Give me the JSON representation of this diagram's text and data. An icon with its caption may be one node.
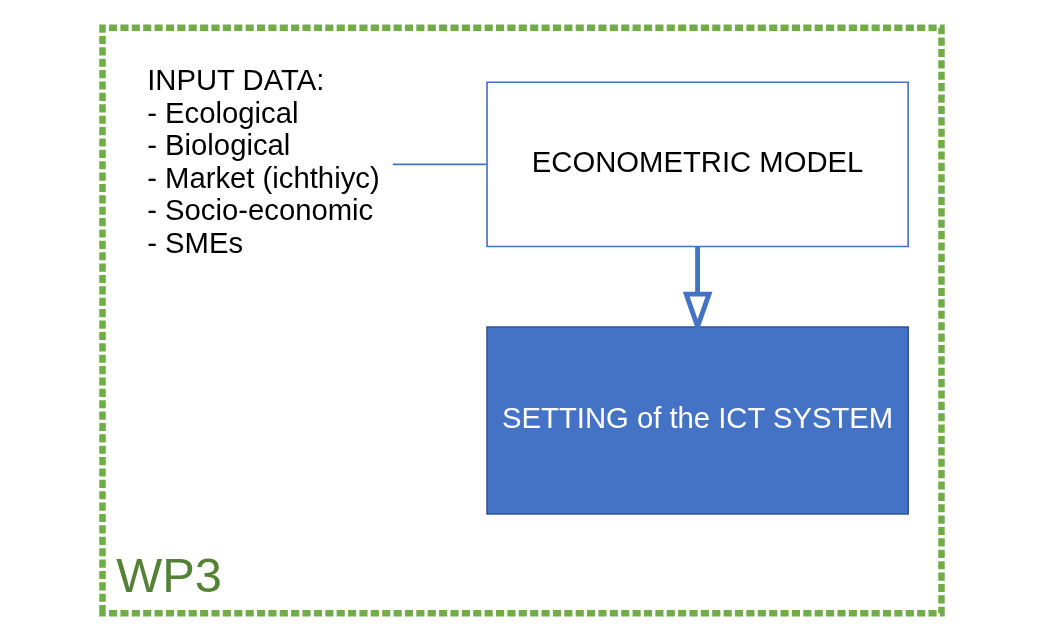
{
  "diagram": {
    "nodes": [
      {
        "text": [
          "WP3"
        ]
      },
      {
        "text": [
          "INPUT DATA:",
          "- Ecological",
          "- Biological",
          "- Market (ichthiyc)",
          "- Socio-economic",
          "- SMEs"
        ],
        "in": 0
      },
      {
        "text": [
          "ECONOMETRIC MODEL"
        ],
        "in": 0
      },
      {
        "text": [
          "SETTING of the ICT SYSTEM"
        ],
        "in": 0
      }
    ],
    "edges": [
      {
        "from": 1,
        "to": 2,
        "arrow": "none",
        "color": "#4472c4"
      },
      {
        "from": 2,
        "to": 3,
        "arrow": "to",
        "style": "thick"
      }
    ]
  }
}
